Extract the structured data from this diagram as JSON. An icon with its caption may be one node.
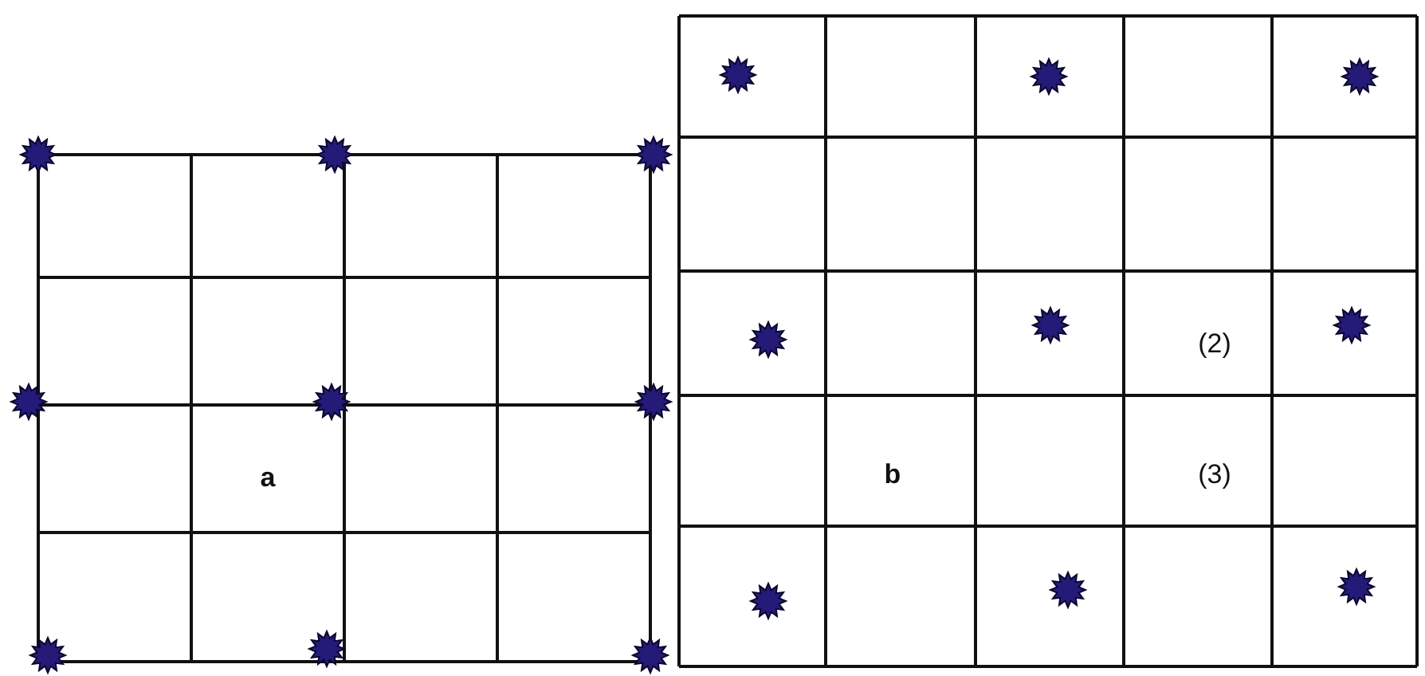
{
  "diagram": {
    "labels": [
      "(2)",
      "a",
      "b",
      "(3)"
    ]
  }
}
